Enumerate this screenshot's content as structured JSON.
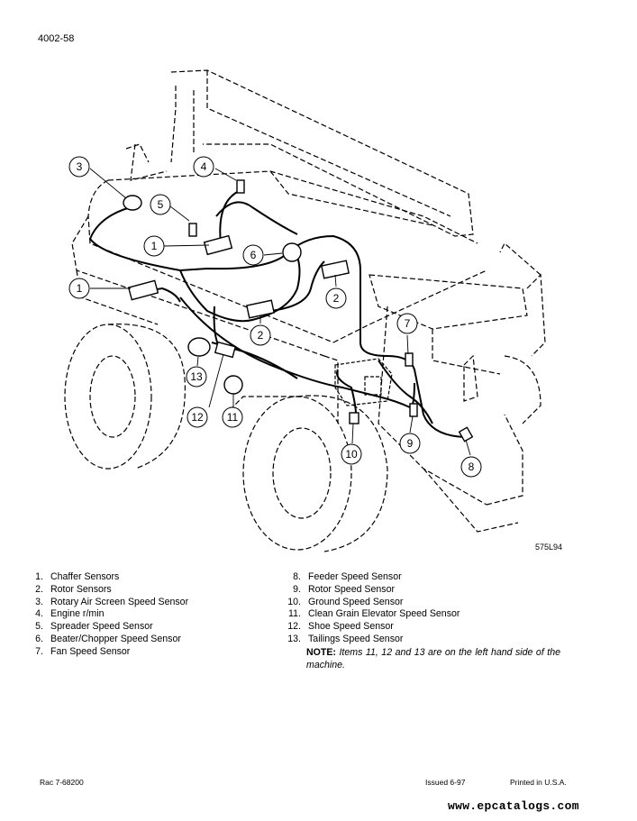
{
  "header": {
    "page_number": "4002-58"
  },
  "figure": {
    "id_label": "575L94",
    "callouts": [
      {
        "number": "3"
      },
      {
        "number": "4"
      },
      {
        "number": "5"
      },
      {
        "number": "1"
      },
      {
        "number": "6"
      },
      {
        "number": "1"
      },
      {
        "number": "2"
      },
      {
        "number": "2"
      },
      {
        "number": "7"
      },
      {
        "number": "13"
      },
      {
        "number": "12"
      },
      {
        "number": "11"
      },
      {
        "number": "9"
      },
      {
        "number": "10"
      },
      {
        "number": "8"
      }
    ]
  },
  "legend": {
    "left": [
      {
        "num": "1.",
        "label": "Chaffer Sensors"
      },
      {
        "num": "2.",
        "label": "Rotor Sensors"
      },
      {
        "num": "3.",
        "label": "Rotary Air Screen Speed Sensor"
      },
      {
        "num": "4.",
        "label": "Engine r/min"
      },
      {
        "num": "5.",
        "label": "Spreader Speed Sensor"
      },
      {
        "num": "6.",
        "label": "Beater/Chopper Speed Sensor"
      },
      {
        "num": "7.",
        "label": "Fan Speed Sensor"
      }
    ],
    "right": [
      {
        "num": "8.",
        "label": "Feeder Speed Sensor"
      },
      {
        "num": "9.",
        "label": "Rotor Speed Sensor"
      },
      {
        "num": "10.",
        "label": "Ground Speed Sensor"
      },
      {
        "num": "11.",
        "label": "Clean Grain Elevator Speed Sensor"
      },
      {
        "num": "12.",
        "label": "Shoe Speed Sensor"
      },
      {
        "num": "13.",
        "label": "Tailings Speed Sensor"
      }
    ],
    "note_label": "NOTE:",
    "note_text": "Items 11, 12 and 13 are on the left hand side of the machine."
  },
  "footer": {
    "left": "Rac 7-68200",
    "issued": "Issued 6-97",
    "printed": "Printed in U.S.A."
  },
  "watermark": "www.epcatalogs.com"
}
